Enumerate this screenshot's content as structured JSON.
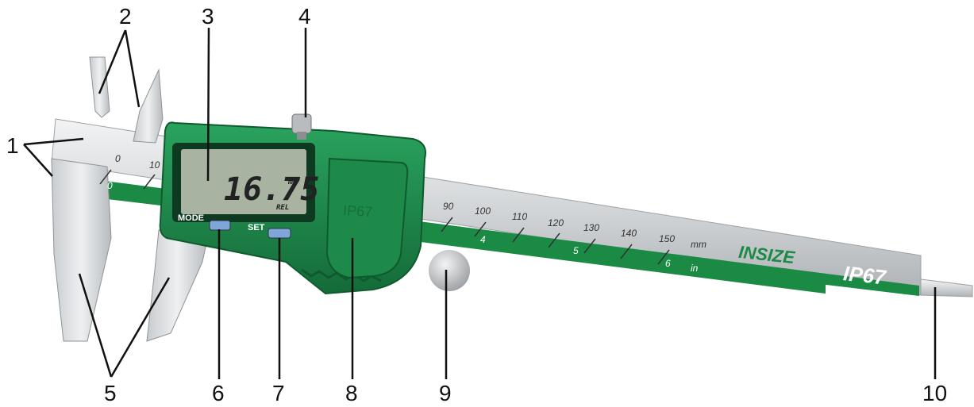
{
  "callouts": [
    "1",
    "2",
    "3",
    "4",
    "5",
    "6",
    "7",
    "8",
    "9",
    "10"
  ],
  "display": {
    "reading": "16.75",
    "unit": "mm",
    "mode": "REL"
  },
  "buttons": {
    "mode_label": "MODE",
    "set_label": "SET"
  },
  "housing_mark": "IP67",
  "scale": {
    "mm_left": [
      "0",
      "10"
    ],
    "mm_right": [
      "90",
      "100",
      "110",
      "120",
      "130",
      "140",
      "150"
    ],
    "mm_unit": "mm",
    "inch_left": [
      "0"
    ],
    "inch_right": [
      "4",
      "5",
      "6"
    ],
    "inch_unit": "in"
  },
  "brand": {
    "name": "INSIZE",
    "rating": "IP67"
  },
  "colors": {
    "housing": "#1e8a4a",
    "stripe": "#1a8a45",
    "steel": "#d9dbdc",
    "lcd": "#a9b3a2"
  }
}
